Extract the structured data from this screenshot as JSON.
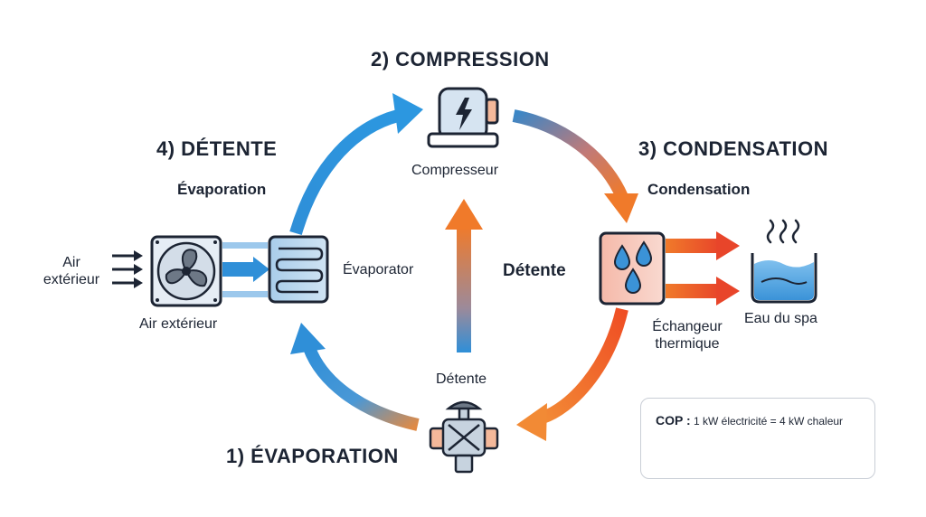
{
  "steps": {
    "compression": "2) COMPRESSION",
    "condensation": "3) CONDENSATION",
    "detente": "4) DÉTENTE",
    "evaporation": "1) ÉVAPORATION"
  },
  "sublabels": {
    "evaporation": "Évaporation",
    "condensation": "Condensation",
    "detente_center": "Détente"
  },
  "components": {
    "compressor": "Compresseur",
    "evaporator": "Évaporator",
    "fan": "Air extérieur",
    "air_in_line1": "Air",
    "air_in_line2": "extérieur",
    "valve": "Détente",
    "exchanger_line1": "Échangeur",
    "exchanger_line2": "thermique",
    "spa": "Eau du spa"
  },
  "cop": {
    "label": "COP :",
    "text": "1 kW électricité = 4 kW chaleur",
    "bar_count": 16
  },
  "colors": {
    "cold": "#2f8fd8",
    "hot": "#f07a2a",
    "red": "#e8452a",
    "dark": "#1c2433",
    "icon_bg": "#dfe8f2"
  }
}
